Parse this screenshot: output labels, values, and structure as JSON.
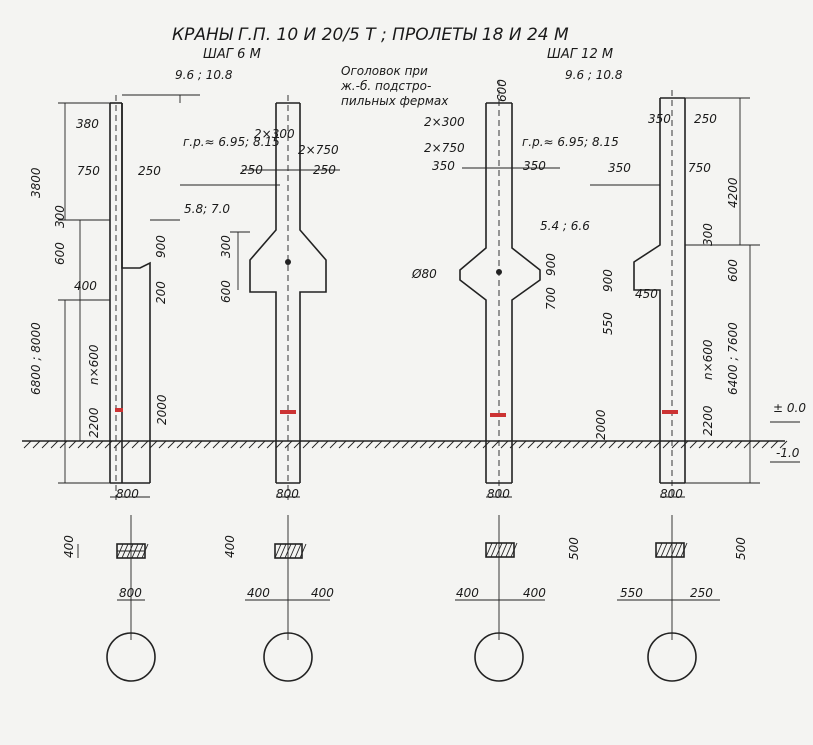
{
  "title": "КРАНЫ Г.П. 10 И 20/5 Т ;  ПРОЛЕТЫ   18 И 24 М",
  "step_left": "ШАГ 6 М",
  "step_right": "ШАГ 12 М",
  "note": [
    "Оголовок при",
    "ж.-б. подстро-",
    "пильных фермах"
  ],
  "levels": {
    "top_left": "9.6 ; 10.8",
    "top_right": "9.6 ; 10.8",
    "rail_left": "г.р.≈ 6.95; 8.15",
    "rail_right": "г.р.≈ 6.95; 8.15",
    "console_left": "5.8; 7.0",
    "console_right": "5.4 ; 6.6",
    "ground": "± 0.0",
    "bottom": "-1.0"
  },
  "dims": {
    "c1": [
      "380",
      "3800",
      "750",
      "250",
      "300",
      "600",
      "900",
      "400",
      "200",
      "6800 ; 8000",
      "n×600",
      "2200",
      "2000",
      "800"
    ],
    "c2": [
      "2×300",
      "2×750",
      "250",
      "250",
      "300",
      "600",
      "800"
    ],
    "c3": [
      "600",
      "2×300",
      "2×750",
      "350",
      "350",
      "Ø80",
      "900",
      "700",
      "800"
    ],
    "c4": [
      "350",
      "250",
      "350",
      "750",
      "4200",
      "300",
      "600",
      "900",
      "450",
      "550",
      "n×600",
      "6400 ; 7600",
      "2200",
      "2000",
      "800"
    ]
  },
  "sections": [
    {
      "h": "400",
      "w": "800",
      "w1": "",
      "w2": ""
    },
    {
      "h": "400",
      "w": "",
      "w1": "400",
      "w2": "400"
    },
    {
      "h": "500",
      "w": "",
      "w1": "400",
      "w2": "400"
    },
    {
      "h": "500",
      "w": "",
      "w1": "550",
      "w2": "250"
    }
  ]
}
